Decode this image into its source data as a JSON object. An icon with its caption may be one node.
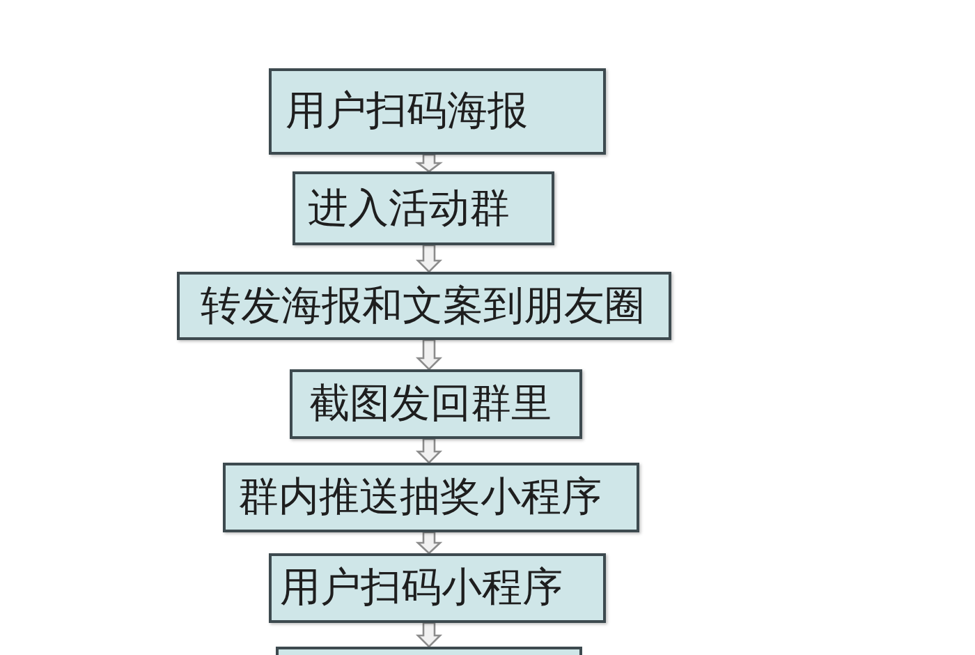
{
  "diagram": {
    "nodes": [
      {
        "text": [
          "用户扫码海报"
        ]
      },
      {
        "text": [
          "进入活动群"
        ]
      },
      {
        "text": [
          "转发海报和文案到朋友圈"
        ]
      },
      {
        "text": [
          "截图发回群里"
        ]
      },
      {
        "text": [
          "群内推送抽奖小程序"
        ]
      },
      {
        "text": [
          "用户扫码小程序"
        ]
      },
      {
        "text": [],
        "shape": "box"
      }
    ],
    "edges": [
      {
        "from": 0,
        "to": 1,
        "arrow": "to"
      },
      {
        "from": 1,
        "to": 2,
        "arrow": "to"
      },
      {
        "from": 2,
        "to": 3,
        "arrow": "to"
      },
      {
        "from": 3,
        "to": 4,
        "arrow": "to"
      },
      {
        "from": 4,
        "to": 5,
        "arrow": "to"
      },
      {
        "from": 5,
        "to": 6,
        "arrow": "to"
      }
    ]
  }
}
